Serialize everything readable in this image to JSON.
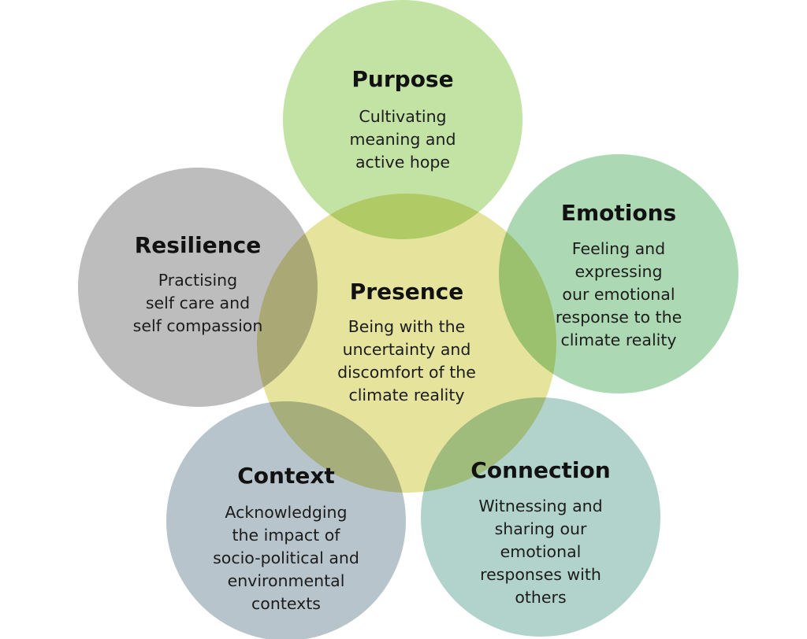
{
  "center": {
    "title": "Presence",
    "lines": [
      "Being with the",
      "uncertainty and",
      "discomfort of the",
      "climate reality"
    ],
    "color": "#e6e39c"
  },
  "nodes": [
    {
      "key": "purpose",
      "title": "Purpose",
      "lines": [
        "Cultivating",
        "meaning and",
        "active hope"
      ],
      "color": "#c3e3a5"
    },
    {
      "key": "emotions",
      "title": "Emotions",
      "lines": [
        "Feeling and",
        "expressing",
        "our emotional",
        "response to the",
        "climate reality"
      ],
      "color": "#acd9b3"
    },
    {
      "key": "connection",
      "title": "Connection",
      "lines": [
        "Witnessing and",
        "sharing our",
        "emotional",
        "responses with",
        "others"
      ],
      "color": "#b2d3cb"
    },
    {
      "key": "context",
      "title": "Context",
      "lines": [
        "Acknowledging",
        "the impact of",
        "socio-political and",
        "environmental",
        "contexts"
      ],
      "color": "#b8c4cb"
    },
    {
      "key": "resilience",
      "title": "Resilience",
      "lines": [
        "Practising",
        "self care and",
        "self compassion"
      ],
      "color": "#bdbdbd"
    }
  ]
}
